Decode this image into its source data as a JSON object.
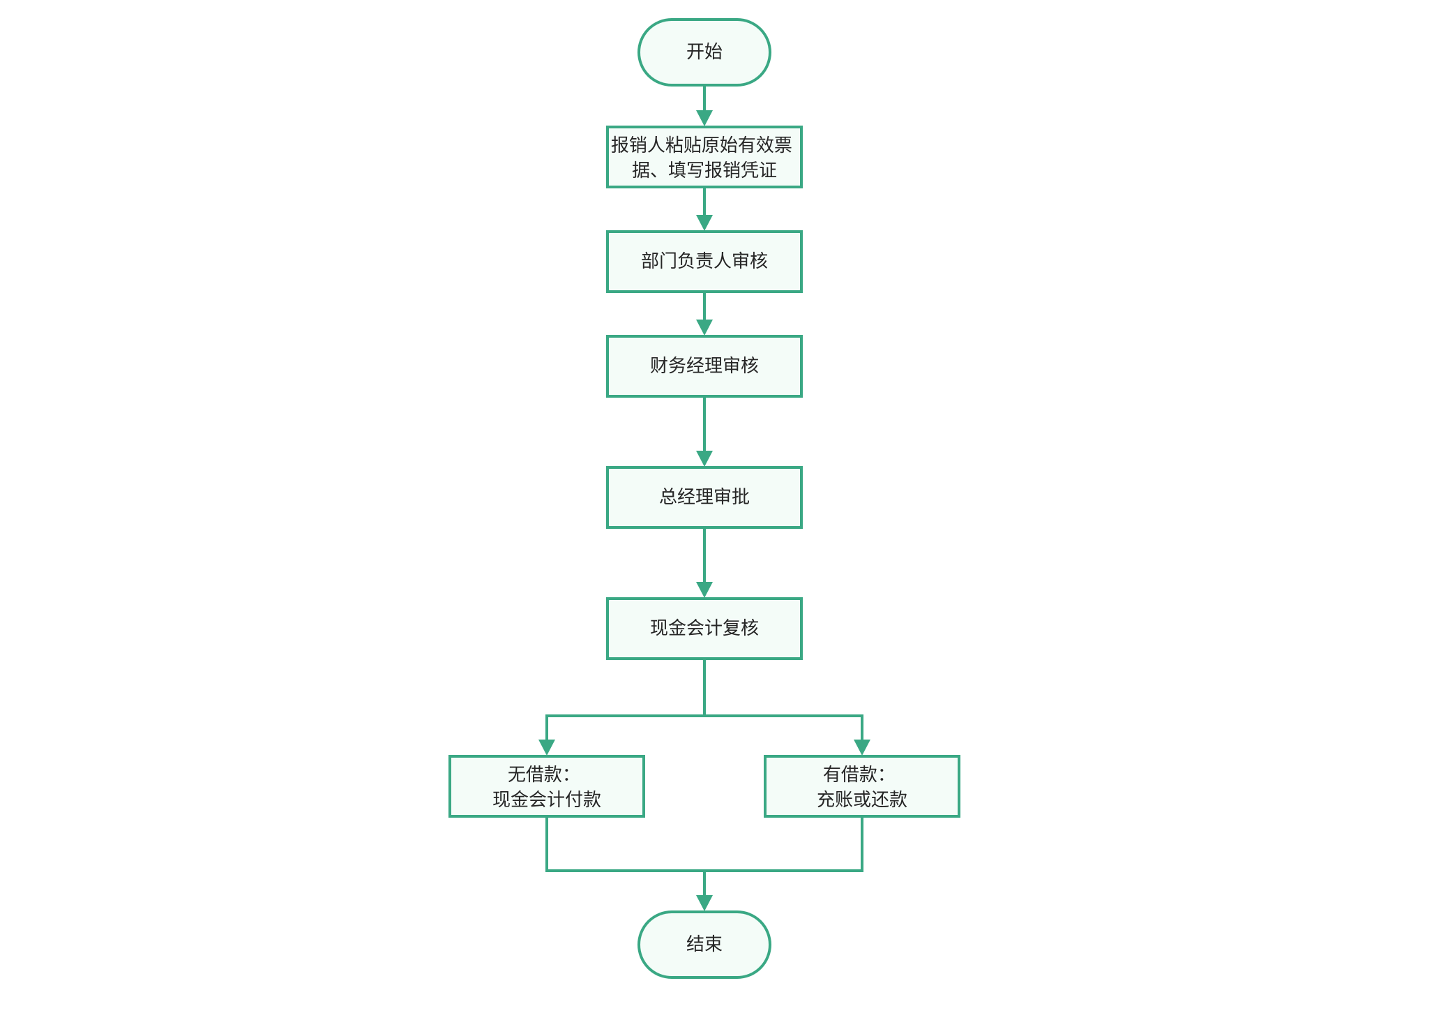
{
  "colors": {
    "stroke": "#3aa884",
    "fill": "#f4fcf8",
    "text": "#262626",
    "background": "#ffffff"
  },
  "nodes": {
    "start": {
      "shape": "terminal",
      "lines": [
        "开始"
      ]
    },
    "submit": {
      "shape": "process",
      "lines": [
        "报销人粘贴原始有效票",
        "据、填写报销凭证"
      ]
    },
    "dept_review": {
      "shape": "process",
      "lines": [
        "部门负责人审核"
      ]
    },
    "finance_review": {
      "shape": "process",
      "lines": [
        "财务经理审核"
      ]
    },
    "gm_approval": {
      "shape": "process",
      "lines": [
        "总经理审批"
      ]
    },
    "cashier_recheck": {
      "shape": "process",
      "lines": [
        "现金会计复核"
      ]
    },
    "no_loan": {
      "shape": "process",
      "lines": [
        "无借款：",
        "现金会计付款"
      ]
    },
    "has_loan": {
      "shape": "process",
      "lines": [
        "有借款：",
        "充账或还款"
      ]
    },
    "end": {
      "shape": "terminal",
      "lines": [
        "结束"
      ]
    }
  },
  "edges": [
    {
      "from": "start",
      "to": "submit"
    },
    {
      "from": "submit",
      "to": "dept_review"
    },
    {
      "from": "dept_review",
      "to": "finance_review"
    },
    {
      "from": "finance_review",
      "to": "gm_approval"
    },
    {
      "from": "gm_approval",
      "to": "cashier_recheck"
    },
    {
      "from": "cashier_recheck",
      "to": "no_loan"
    },
    {
      "from": "cashier_recheck",
      "to": "has_loan"
    },
    {
      "from": "no_loan",
      "to": "end"
    },
    {
      "from": "has_loan",
      "to": "end"
    }
  ]
}
